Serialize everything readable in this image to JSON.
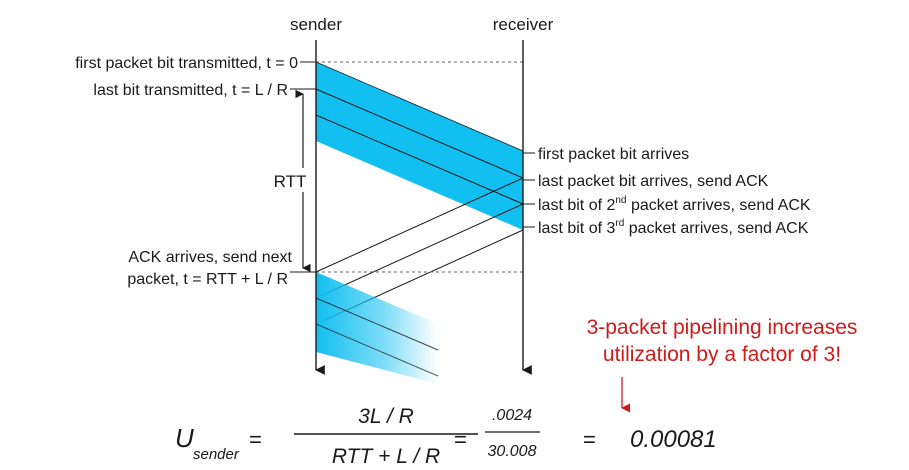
{
  "header": {
    "sender": "sender",
    "receiver": "receiver"
  },
  "left_labels": {
    "first_bit": "first packet bit transmitted, t = 0",
    "last_bit": "last bit transmitted, t = L / R",
    "rtt": "RTT",
    "ack_line1": "ACK arrives, send next",
    "ack_line2": "packet, t = RTT + L / R"
  },
  "right_labels": {
    "first_arrives": "first packet bit arrives",
    "last_arrives": "last packet bit arrives, send ACK",
    "second": {
      "prefix": "last bit of 2",
      "sup": "nd",
      "suffix": " packet arrives, send ACK"
    },
    "third": {
      "prefix": "last bit of 3",
      "sup": "rd",
      "suffix": " packet arrives, send ACK"
    }
  },
  "note": {
    "line1": "3-packet pipelining increases",
    "line2": "utilization by a factor of 3!"
  },
  "formula": {
    "u": "U",
    "sub": "sender",
    "eq": "=",
    "num1": "3L / R",
    "den1": "RTT + L / R",
    "num2": ".0024",
    "den2": "30.008",
    "result": "0.00081"
  },
  "colors": {
    "packet": "#11bff0",
    "note": "#d11a1a",
    "line": "#1a1a1a"
  }
}
